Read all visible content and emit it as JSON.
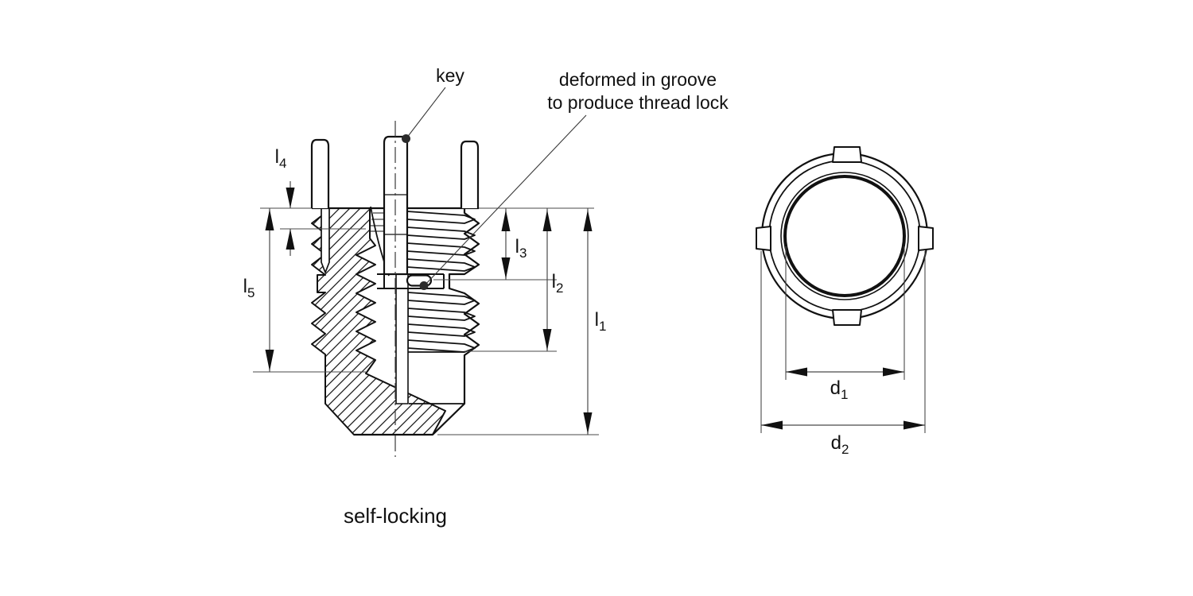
{
  "diagram": {
    "labels": {
      "key": "key",
      "deformed_line1": "deformed in groove",
      "deformed_line2": "to produce thread lock",
      "caption": "self-locking"
    },
    "dimensions": {
      "l1": {
        "base": "l",
        "sub": "1"
      },
      "l2": {
        "base": "l",
        "sub": "2"
      },
      "l3": {
        "base": "l",
        "sub": "3"
      },
      "l4": {
        "base": "l",
        "sub": "4"
      },
      "l5": {
        "base": "l",
        "sub": "5"
      },
      "d1": {
        "base": "d",
        "sub": "1"
      },
      "d2": {
        "base": "d",
        "sub": "2"
      }
    },
    "colors": {
      "line": "#111111",
      "thin_line": "#4a4a4a",
      "background": "#ffffff",
      "callout_dot": "#2b2b2b"
    }
  }
}
